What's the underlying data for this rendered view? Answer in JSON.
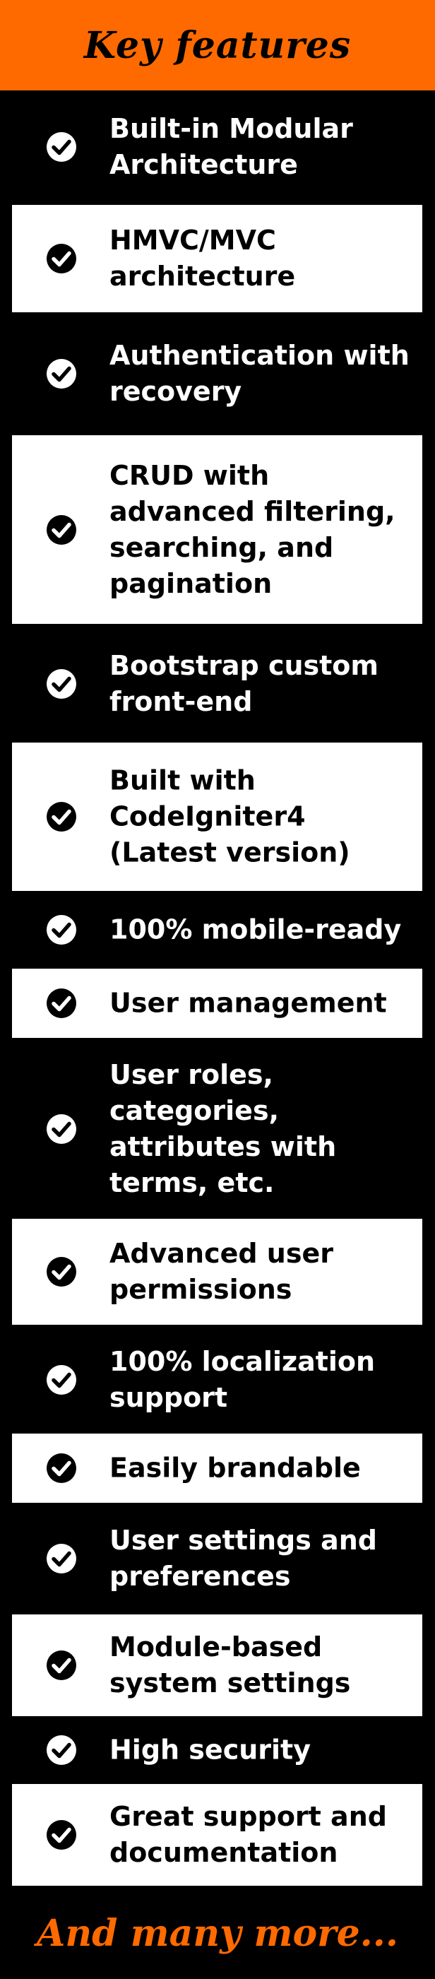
{
  "header": {
    "title": "Key features"
  },
  "features": [
    {
      "label": "Built-in Modular\nArchitecture",
      "style": "dark"
    },
    {
      "label": "HMVC/MVC\narchitecture",
      "style": "light"
    },
    {
      "label": "Authentication with\nrecovery",
      "style": "dark"
    },
    {
      "label": "CRUD with\nadvanced filtering,\nsearching, and\npagination",
      "style": "light"
    },
    {
      "label": "Bootstrap custom\nfront-end",
      "style": "dark"
    },
    {
      "label": "Built with\nCodeIgniter4\n(Latest version)",
      "style": "light"
    },
    {
      "label": "100% mobile-ready",
      "style": "dark"
    },
    {
      "label": "User management",
      "style": "light"
    },
    {
      "label": "User roles,\ncategories,\nattributes with\nterms, etc.",
      "style": "dark"
    },
    {
      "label": "Advanced user\npermissions",
      "style": "light"
    },
    {
      "label": "100% localization\nsupport",
      "style": "dark"
    },
    {
      "label": "Easily brandable",
      "style": "light"
    },
    {
      "label": "User settings and\npreferences",
      "style": "dark"
    },
    {
      "label": "Module-based\nsystem settings",
      "style": "light"
    },
    {
      "label": "High security",
      "style": "dark"
    },
    {
      "label": "Great support and\ndocumentation",
      "style": "light"
    }
  ],
  "icon": "check-circle-icon",
  "footer": {
    "text": "And many more..."
  },
  "colors": {
    "accent": "#ff6a00",
    "background": "#000000",
    "card": "#ffffff"
  }
}
